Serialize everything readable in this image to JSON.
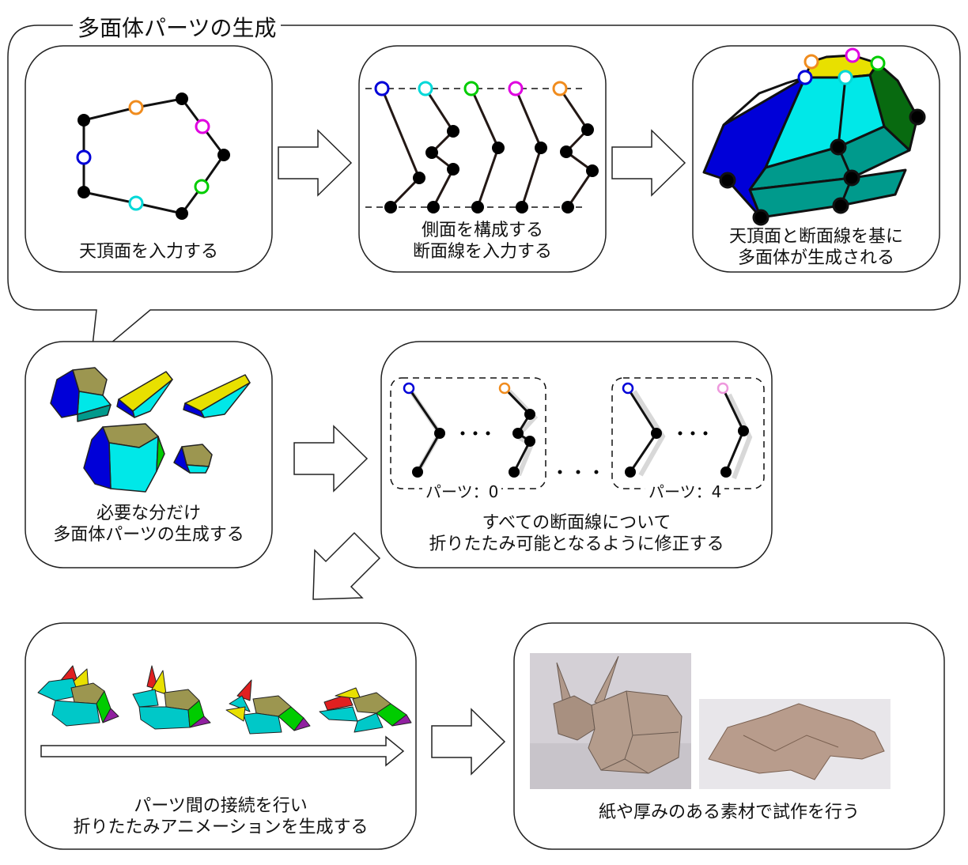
{
  "title": "多面体パーツの生成",
  "steps": {
    "top_face": {
      "line1": "天頂面を入力する"
    },
    "section_lines": {
      "line1": "側面を構成する",
      "line2": "断面線を入力する"
    },
    "polyhedron": {
      "line1": "天頂面と断面線を基に",
      "line2": "多面体が生成される"
    },
    "generate_parts": {
      "line1": "必要な分だけ",
      "line2": "多面体パーツの生成する"
    },
    "fix_sections": {
      "line1": "すべての断面線について",
      "line2": "折りたたみ可能となるように修正する"
    },
    "connect_parts": {
      "line1": "パーツ間の接続を行い",
      "line2": "折りたたみアニメーションを生成する"
    },
    "prototype": {
      "line1": "紙や厚みのある素材で試作を行う"
    }
  },
  "parts": {
    "first": "パーツ：0",
    "last": "パーツ：4"
  },
  "colors": {
    "blue": "#0000d8",
    "cyan": "#00e8e8",
    "green": "#00cc00",
    "magenta": "#e000e0",
    "orange": "#f08c1e",
    "yellow": "#e8e000",
    "teal": "#009a8c",
    "darkgreen": "#086a10",
    "paper": "#b49c8c"
  }
}
